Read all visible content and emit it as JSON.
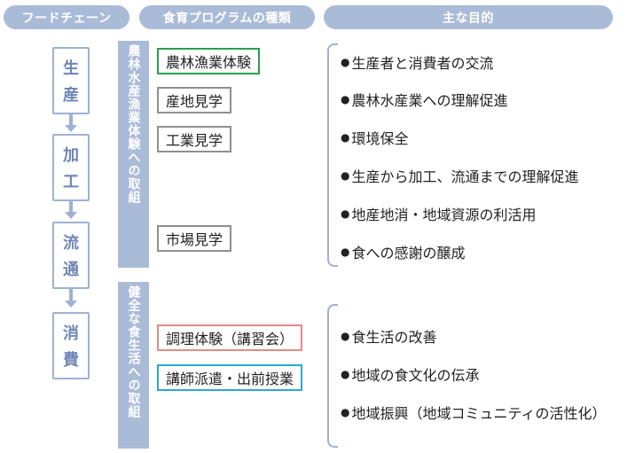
{
  "headers": {
    "food_chain": "フードチェーン",
    "programs": "食育プログラムの種類",
    "purposes": "主な目的"
  },
  "stages": [
    {
      "chars": [
        "生",
        "産"
      ]
    },
    {
      "chars": [
        "加",
        "工"
      ]
    },
    {
      "chars": [
        "流",
        "通"
      ]
    },
    {
      "chars": [
        "消",
        "費"
      ]
    }
  ],
  "categories": {
    "agri": "農林水産漁業体験への取組",
    "diet": "健全な食生活への取組"
  },
  "programs": {
    "agri_experience": "農林漁業体験",
    "farm_tour": "産地見学",
    "factory_tour": "工業見学",
    "market_tour": "市場見学",
    "cooking": "調理体験（講習会）",
    "lecturer": "講師派遣・出前授業"
  },
  "purposes": {
    "group1": [
      "生産者と消費者の交流",
      "農林水産業への理解促進",
      "環境保全",
      "生産から加工、流通までの理解促進",
      "地産地消・地域資源の利活用",
      "食への感謝の醸成"
    ],
    "group2": [
      "食生活の改善",
      "地域の食文化の伝承",
      "地域振興（地域コミュニティの活性化）"
    ]
  },
  "bullet": "●",
  "colors": {
    "header_bg": "#aabbd8",
    "stage_border": "#9fb2d3",
    "stage_text": "#6f86b6",
    "green": "#27a04e",
    "gray": "#8f8f8f",
    "red": "#e48b85",
    "cyan": "#2ba9d8"
  }
}
